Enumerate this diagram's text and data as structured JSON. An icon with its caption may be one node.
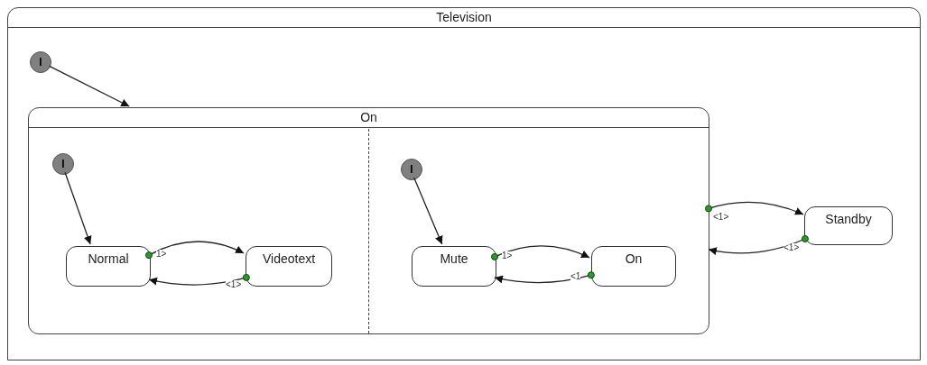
{
  "diagram": {
    "nodes": [
      {
        "text": [
          "Television"
        ]
      },
      {
        "text": [
          "I"
        ],
        "in": 0
      },
      {
        "text": [
          "On"
        ],
        "in": 0
      },
      {
        "text": [
          "I"
        ],
        "in": 2
      },
      {
        "text": [
          "Normal"
        ],
        "in": 2
      },
      {
        "text": [
          "Videotext"
        ],
        "in": 2
      },
      {
        "text": [
          "I"
        ],
        "in": 2
      },
      {
        "text": [
          "Mute"
        ],
        "in": 2
      },
      {
        "text": [
          "On"
        ],
        "in": 2
      },
      {
        "text": [
          "Standby"
        ],
        "in": 0
      }
    ],
    "edges": [
      {
        "from": 1,
        "to": 2,
        "arrow": "to"
      },
      {
        "from": 3,
        "to": 4,
        "arrow": "to"
      },
      {
        "from": 4,
        "to": 5,
        "arrow": "to",
        "label": "1>"
      },
      {
        "from": 5,
        "to": 4,
        "arrow": "to",
        "label": "<1>"
      },
      {
        "from": 6,
        "to": 7,
        "arrow": "to"
      },
      {
        "from": 7,
        "to": 8,
        "arrow": "to",
        "label": "1>"
      },
      {
        "from": 8,
        "to": 7,
        "arrow": "to",
        "label": "<1"
      },
      {
        "from": 2,
        "to": 9,
        "arrow": "to",
        "label": "<1>"
      },
      {
        "from": 9,
        "to": 2,
        "arrow": "to",
        "label": "<1>"
      }
    ]
  }
}
